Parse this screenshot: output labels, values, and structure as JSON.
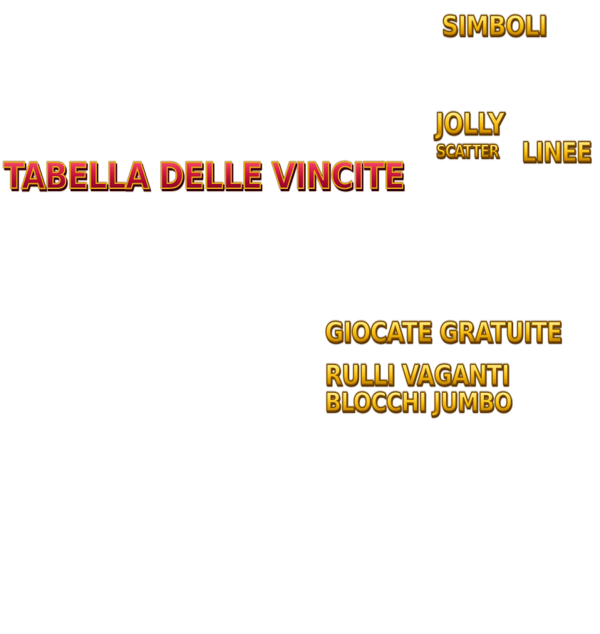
{
  "paytable": {
    "title": "TABELLA DELLE VINCITE",
    "sections": {
      "symbols": "SIMBOLI",
      "wild": "JOLLY",
      "scatter": "SCATTER",
      "lines": "LINEE",
      "free_spins": "GIOCATE GRATUITE",
      "roaming_reels": "RULLI VAGANTI",
      "jumbo_blocks": "BLOCCHI JUMBO"
    }
  },
  "colors": {
    "background": "#ffffff",
    "gold_fill": "#f2c318",
    "gold_outline": "#7a4a00",
    "ruby_fill": "#c0143c",
    "ruby_outline": "#e0a818"
  }
}
